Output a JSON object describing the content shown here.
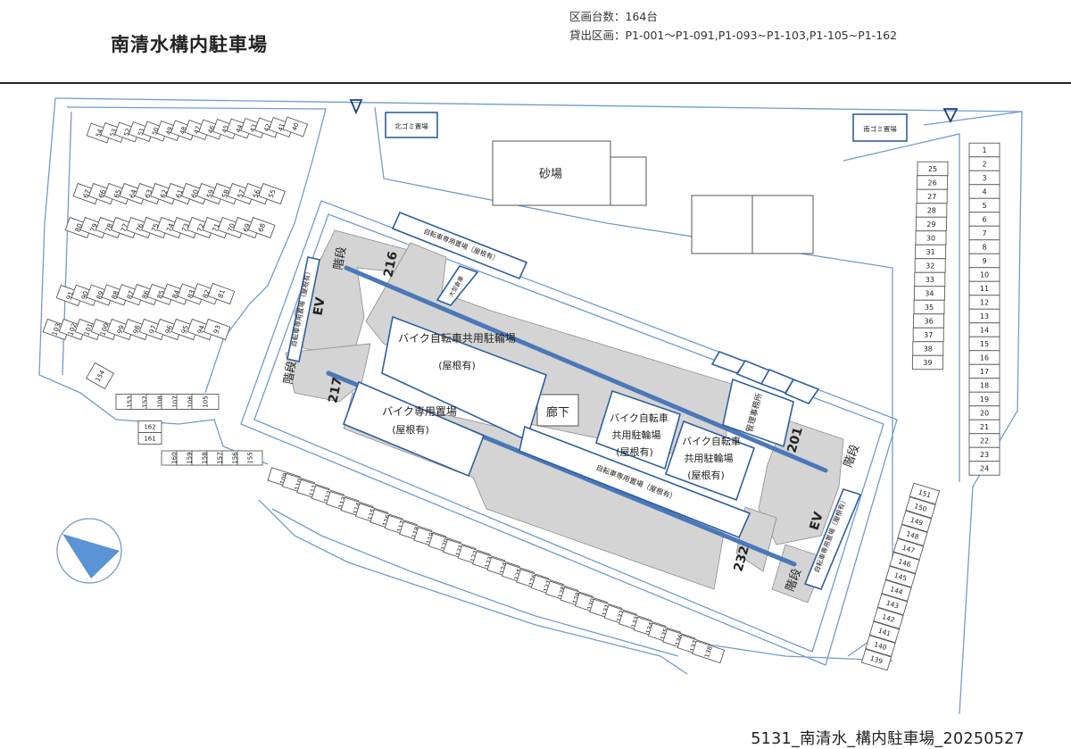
{
  "header": {
    "title": "南清水構内駐車場",
    "count_line": "区画台数：164台",
    "range_line": "貸出区画：P1-001〜P1-091,P1-093~P1-103,P1-105~P1-162"
  },
  "footer": {
    "caption": "5131_南清水_構内駐車場_20250527"
  },
  "colors": {
    "outline": "#6f9ccb",
    "blue_box": "#2e5f9e",
    "gray": "#d4d4d4",
    "stripe": "#4a78b8"
  },
  "map": {
    "labels": {
      "north_garbage": "北ゴミ置場",
      "south_garbage": "南ゴミ置場",
      "sandbox": "砂場",
      "bike_roof_top": "自転車専用置場（屋根有）",
      "bike_roof_left": "自転車専用置場（屋根有）",
      "bike_roof_right": "自転車専用置場（屋根有）",
      "bike_roof_bottom": "自転車専用置場（屋根有）",
      "large_storage": "大型倉庫",
      "shared_bike_line1": "バイク自転車共用駐輪場",
      "shared_bike_line2": "(屋根有)",
      "moto_line1": "バイク専用置場",
      "moto_line2": "(屋根有)",
      "shared_a_line1": "バイク自転車",
      "shared_a_line2": "共用駐輪場",
      "shared_a_line3": "(屋根有)",
      "shared_b_line1": "バイク自転車",
      "shared_b_line2": "共用駐輪場",
      "shared_b_line3": "(屋根有)",
      "corridor": "廊下",
      "office": "管理事務所",
      "stairs": "階段",
      "ev": "EV",
      "bldg_216": "216",
      "bldg_217": "217",
      "bldg_201": "201",
      "bldg_232": "232"
    },
    "spaces": {
      "right_column": [
        "1",
        "2",
        "3",
        "4",
        "5",
        "6",
        "7",
        "8",
        "9",
        "10",
        "11",
        "12",
        "13",
        "14",
        "15",
        "16",
        "17",
        "18",
        "19",
        "20",
        "21",
        "22",
        "23",
        "24"
      ],
      "right_inner_column": [
        "25",
        "26",
        "27",
        "28",
        "29",
        "30",
        "31",
        "32",
        "33",
        "34",
        "35",
        "36",
        "37",
        "38",
        "39"
      ],
      "row_top": [
        "54",
        "53",
        "52",
        "51",
        "50",
        "49",
        "48",
        "47",
        "46",
        "45",
        "44",
        "43",
        "42",
        "41",
        "40"
      ],
      "row_2": [
        "67",
        "66",
        "65",
        "64",
        "63",
        "62",
        "61",
        "60",
        "59",
        "58",
        "57",
        "56",
        "55"
      ],
      "row_3": [
        "80",
        "79",
        "78",
        "77",
        "76",
        "75",
        "74",
        "73",
        "72",
        "71",
        "70",
        "69",
        "68"
      ],
      "row_4": [
        "91",
        "90",
        "89",
        "88",
        "87",
        "86",
        "85",
        "84",
        "83",
        "82",
        "81"
      ],
      "row_5": [
        "103",
        "102",
        "101",
        "100",
        "99",
        "98",
        "97",
        "96",
        "95",
        "94",
        "93"
      ],
      "single_154": [
        "154"
      ],
      "block_a": [
        "153",
        "152",
        "108",
        "107",
        "106",
        "105"
      ],
      "block_b": [
        "162",
        "161"
      ],
      "block_c": [
        "160",
        "159",
        "158",
        "157",
        "156",
        "155"
      ],
      "diagonal_row": [
        "109",
        "110",
        "111",
        "112",
        "113",
        "114",
        "115",
        "116",
        "117",
        "118",
        "119",
        "120",
        "121",
        "122",
        "123",
        "124",
        "125",
        "126",
        "127",
        "128",
        "129",
        "130",
        "131",
        "132",
        "133",
        "134",
        "135",
        "136",
        "137",
        "138"
      ],
      "right_diagonal": [
        "151",
        "150",
        "149",
        "148",
        "147",
        "146",
        "145",
        "144",
        "143",
        "142",
        "141",
        "140",
        "139"
      ]
    }
  }
}
